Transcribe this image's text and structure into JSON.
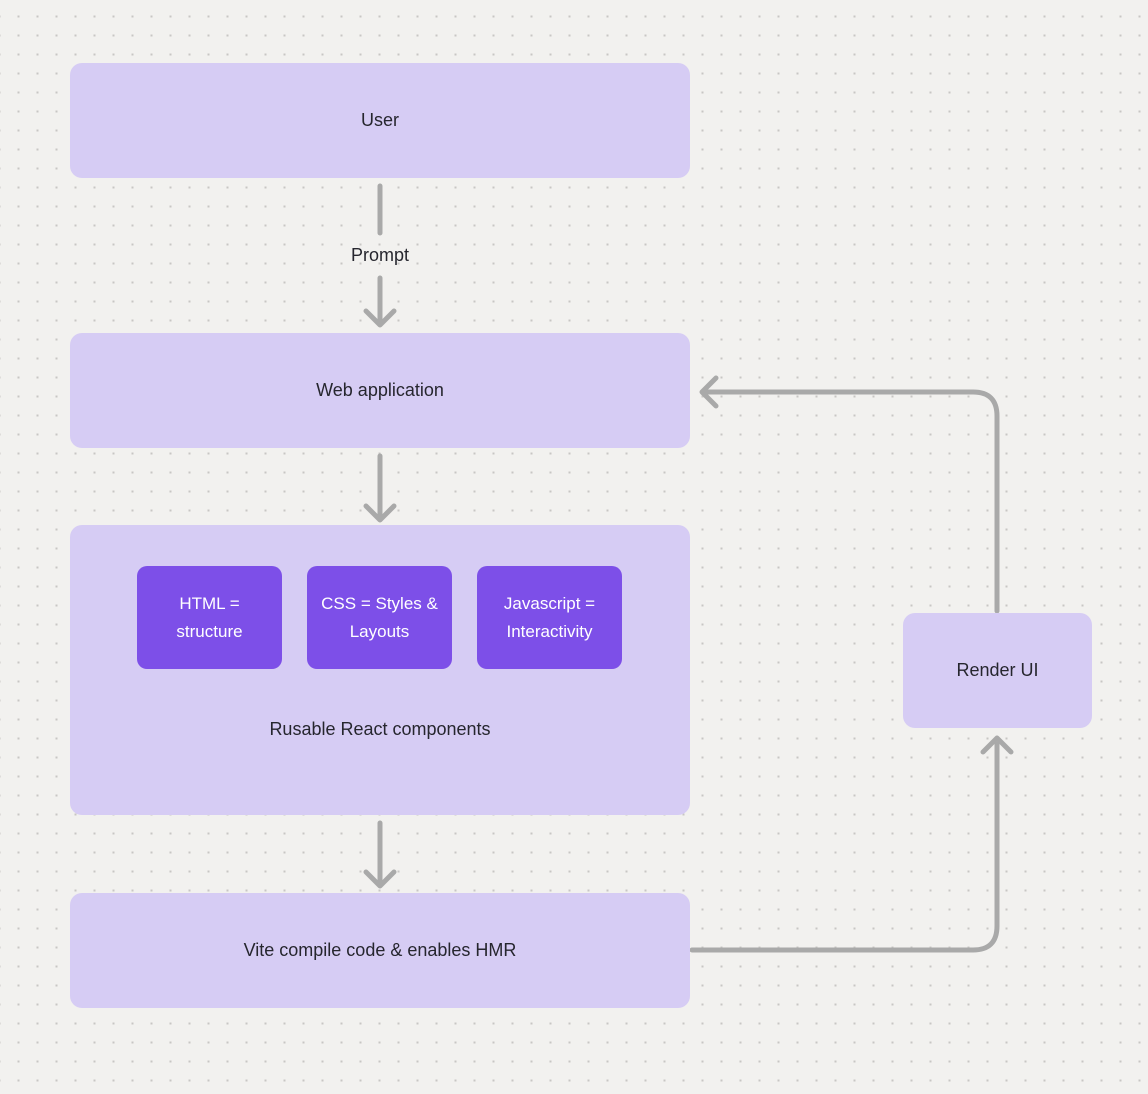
{
  "diagram": {
    "colors": {
      "background": "#f2f1ef",
      "dot_grid": "#c8c6c4",
      "node_light": "#d6ccf4",
      "node_dark": "#7d4fe8",
      "arrow": "#a9a9a9",
      "text_dark": "#26262e",
      "text_light": "#ffffff"
    },
    "nodes": {
      "user": {
        "label": "User"
      },
      "web_application": {
        "label": "Web application"
      },
      "components_group": {
        "label": "Rusable React components",
        "children": [
          {
            "label": "HTML = structure"
          },
          {
            "label": "CSS = Styles & Layouts"
          },
          {
            "label": "Javascript = Interactivity"
          }
        ]
      },
      "vite": {
        "label": "Vite compile code & enables HMR"
      },
      "render_ui": {
        "label": "Render UI"
      }
    },
    "edge_labels": {
      "prompt": "Prompt"
    }
  }
}
